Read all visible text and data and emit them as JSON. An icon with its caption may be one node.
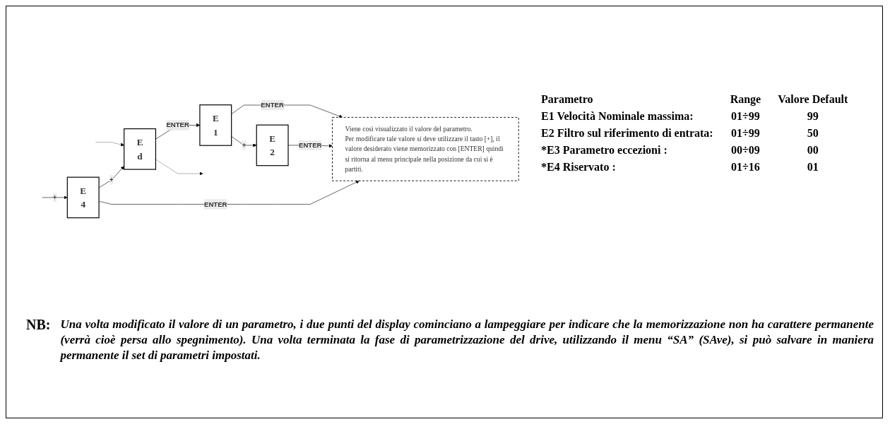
{
  "diagram": {
    "nodes": [
      {
        "text": [
          "E",
          "d"
        ]
      },
      {
        "text": [
          "E",
          "1"
        ]
      },
      {
        "text": [
          "E",
          "2"
        ]
      },
      {
        "text": [
          "E",
          "4"
        ]
      },
      {
        "text": [
          "Viene così visualizzato il valore del parametro.",
          "Per modificare tale valore si deve utilizzare il tasto [+], il valore desiderato viene memorizzato con [ENTER] quindi si ritorna al menu principale nella posizione da cui si è partiti."
        ]
      }
    ],
    "edges": [
      {
        "from": null,
        "to": 0,
        "arrow": "to",
        "style": "dashed"
      },
      {
        "from": 0,
        "to": null,
        "arrow": "to",
        "style": "dashed"
      },
      {
        "from": 0,
        "to": 1,
        "arrow": "to",
        "label": "ENTER"
      },
      {
        "from": 1,
        "to": 4,
        "arrow": "to",
        "label": "ENTER"
      },
      {
        "from": 1,
        "to": 2,
        "arrow": "to",
        "label": "+"
      },
      {
        "from": 2,
        "to": 4,
        "arrow": "to",
        "label": "ENTER"
      },
      {
        "from": null,
        "to": 3,
        "arrow": "to",
        "label": "+"
      },
      {
        "from": 3,
        "to": 0,
        "arrow": "to",
        "label": "+"
      },
      {
        "from": 3,
        "to": 4,
        "arrow": "to",
        "label": "ENTER"
      }
    ],
    "labels": [
      "Parametro",
      "Range",
      "Valore Default",
      "E1 Velocità Nominale massima:",
      "01÷99",
      "99",
      "E2 Filtro sul riferimento di entrata:",
      "01÷99",
      "50",
      "*E3  Parametro eccezioni :",
      "00÷09",
      "00",
      "*E4  Riservato :",
      "01÷16",
      "01",
      "NB:",
      "Una volta modificato il valore di un parametro, i due punti del display cominciano a lampeggiare per indicare che la memorizzazione non ha carattere permanente (verrà cioè persa allo spegnimento). Una volta terminata la fase di parametrizzazione del drive, utilizzando il menu “SA” (SAve), si può salvare in maniera permanente il set di parametri impostati."
    ]
  }
}
